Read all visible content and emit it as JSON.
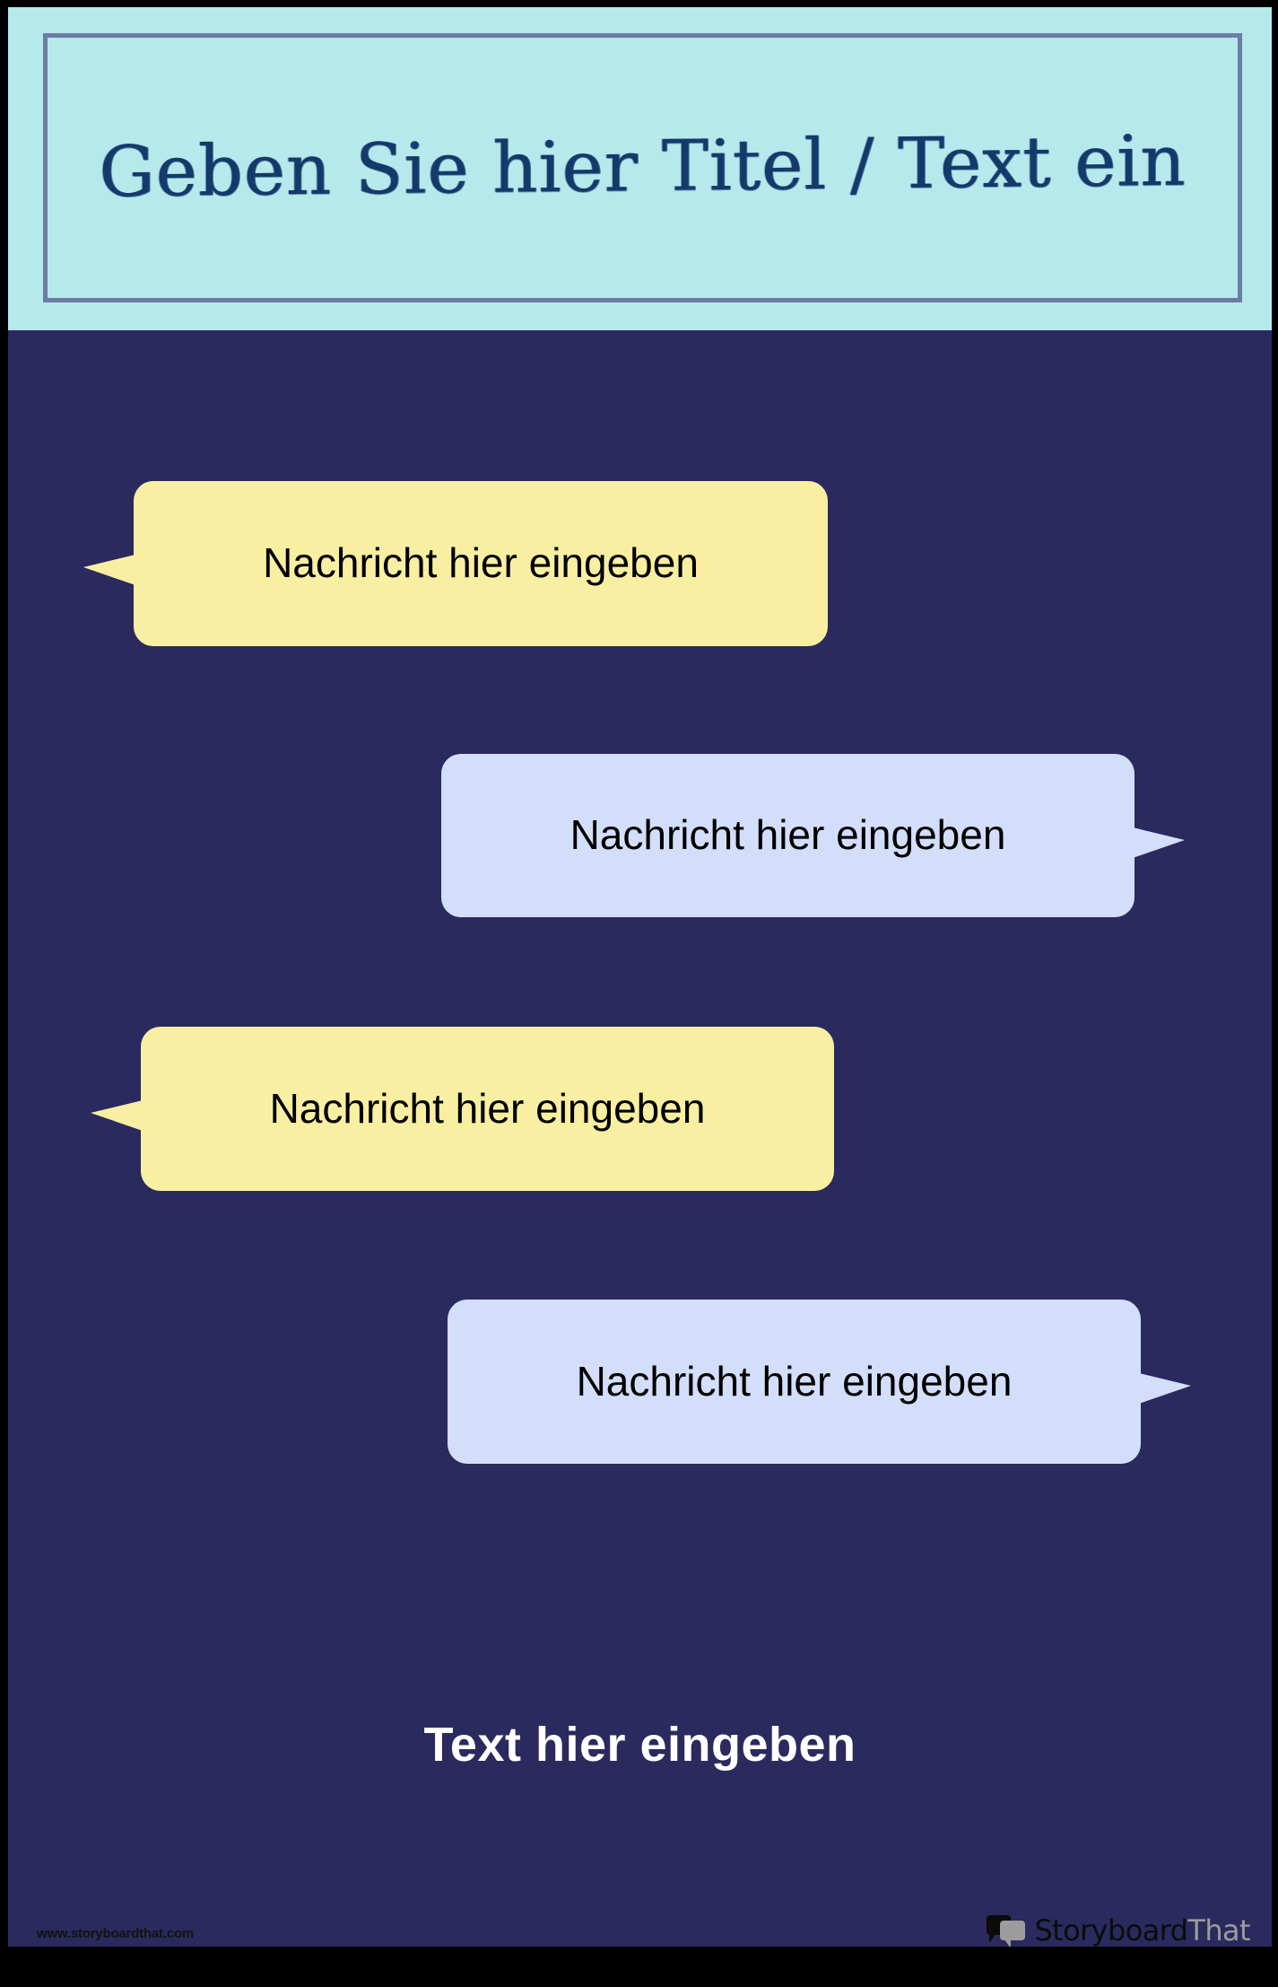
{
  "poster": {
    "frame_color": "#000000",
    "background_color": "#2A2A5E",
    "header_background_color": "#B6E9EB",
    "header_border_color": "#6D7CA5",
    "title_color": "#143A6B"
  },
  "header": {
    "title": "Geben Sie hier Titel / Text ein"
  },
  "bubbles": [
    {
      "message": "Nachricht hier eingeben",
      "color": "#F9EFA2",
      "align": "left",
      "tail": "left"
    },
    {
      "message": "Nachricht hier eingeben",
      "color": "#D3DEFA",
      "align": "right",
      "tail": "right"
    },
    {
      "message": "Nachricht hier eingeben",
      "color": "#F9EFA2",
      "align": "left",
      "tail": "left"
    },
    {
      "message": "Nachricht hier eingeben",
      "color": "#D3DEFA",
      "align": "right",
      "tail": "right"
    }
  ],
  "footer": {
    "caption": "Text hier eingeben",
    "watermark": "www.storyboardthat.com"
  },
  "logo": {
    "name_primary": "Storyboard",
    "name_secondary": "That",
    "mark_icon": "speech-bubbles-icon",
    "primary_color": "#0B0B0B",
    "secondary_color": "#9C9C9C"
  }
}
